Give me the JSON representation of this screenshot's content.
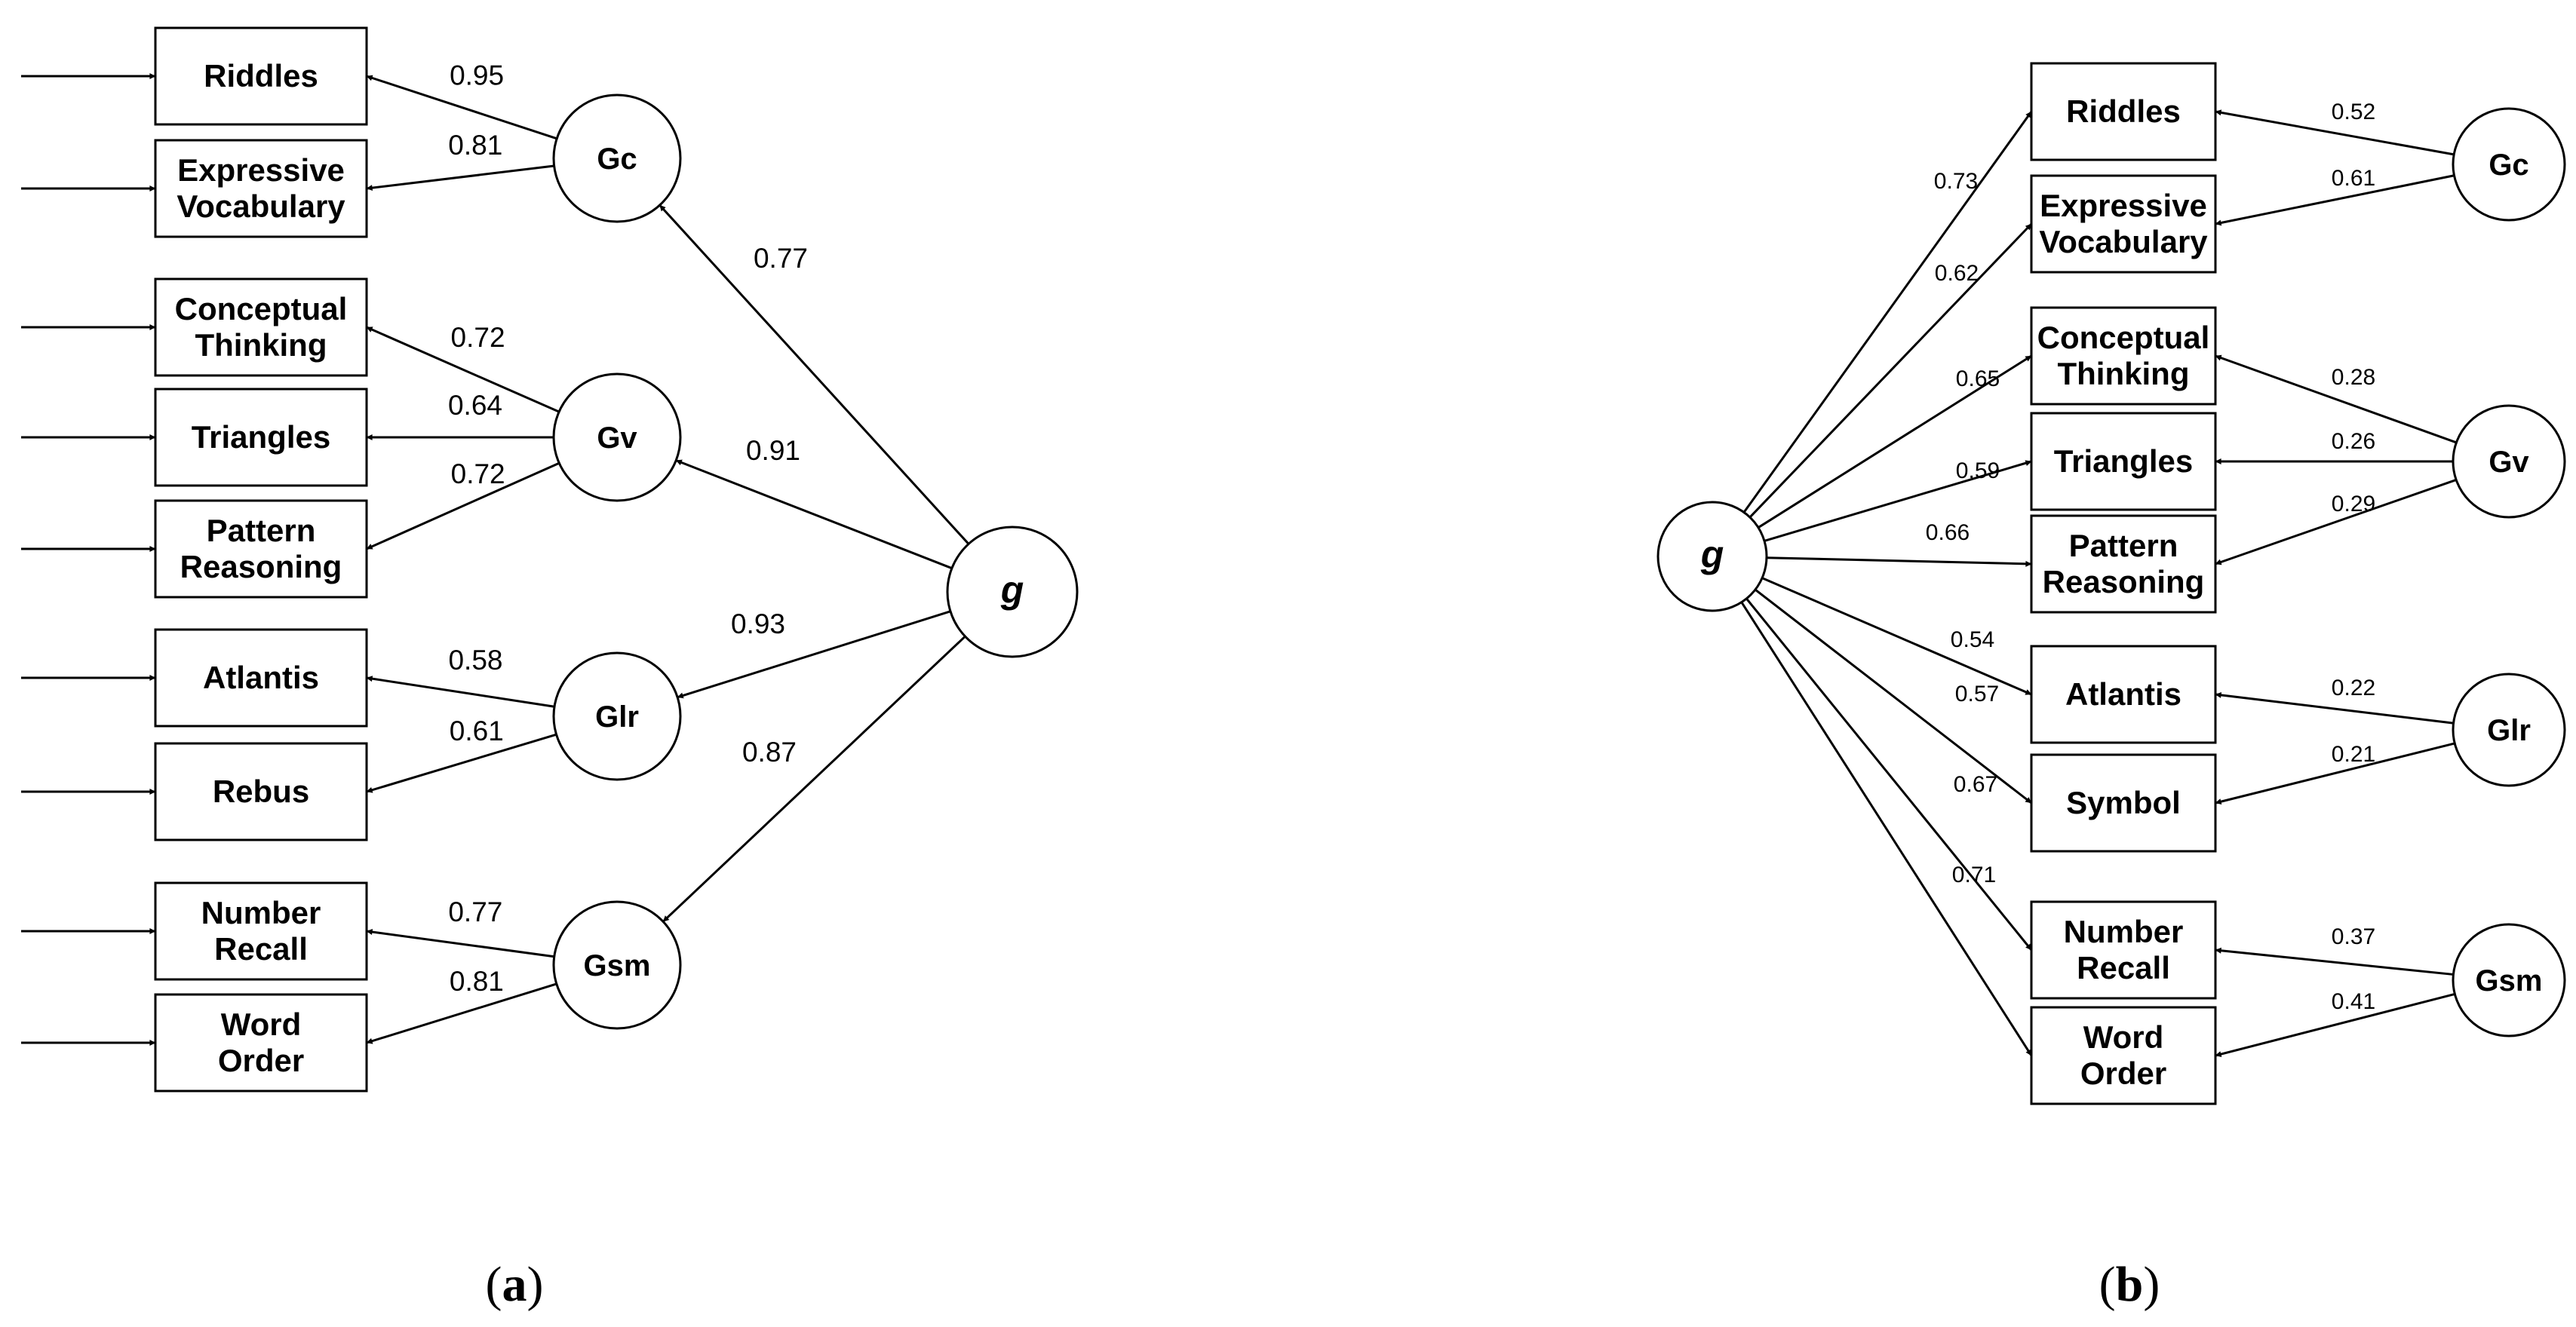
{
  "panels": [
    {
      "caption": "(a)",
      "caption_letter": "a",
      "general_factor": "g",
      "indicators": [
        [
          "Riddles"
        ],
        [
          "Expressive",
          "Vocabulary"
        ],
        [
          "Conceptual",
          "Thinking"
        ],
        [
          "Triangles"
        ],
        [
          "Pattern",
          "Reasoning"
        ],
        [
          "Atlantis"
        ],
        [
          "Rebus"
        ],
        [
          "Number",
          "Recall"
        ],
        [
          "Word",
          "Order"
        ]
      ],
      "factors": [
        {
          "name": "Gc",
          "g_loading": "0.77",
          "indicator_loadings": [
            "0.95",
            "0.81"
          ]
        },
        {
          "name": "Gv",
          "g_loading": "0.91",
          "indicator_loadings": [
            "0.72",
            "0.64",
            "0.72"
          ]
        },
        {
          "name": "Glr",
          "g_loading": "0.93",
          "indicator_loadings": [
            "0.58",
            "0.61"
          ]
        },
        {
          "name": "Gsm",
          "g_loading": "0.87",
          "indicator_loadings": [
            "0.77",
            "0.81"
          ]
        }
      ]
    },
    {
      "caption": "(b)",
      "caption_letter": "b",
      "general_factor": "g",
      "indicators": [
        [
          "Riddles"
        ],
        [
          "Expressive",
          "Vocabulary"
        ],
        [
          "Conceptual",
          "Thinking"
        ],
        [
          "Triangles"
        ],
        [
          "Pattern",
          "Reasoning"
        ],
        [
          "Atlantis"
        ],
        [
          "Symbol"
        ],
        [
          "Number",
          "Recall"
        ],
        [
          "Word",
          "Order"
        ]
      ],
      "g_loadings": [
        "0.73",
        "0.62",
        "0.65",
        "0.59",
        "0.66",
        "0.54",
        "0.57",
        "0.67",
        "0.71"
      ],
      "factors": [
        {
          "name": "Gc",
          "indicator_loadings": [
            "0.52",
            "0.61"
          ]
        },
        {
          "name": "Gv",
          "indicator_loadings": [
            "0.28",
            "0.26",
            "0.29"
          ]
        },
        {
          "name": "Glr",
          "indicator_loadings": [
            "0.22",
            "0.21"
          ]
        },
        {
          "name": "Gsm",
          "indicator_loadings": [
            "0.37",
            "0.41"
          ]
        }
      ]
    }
  ]
}
